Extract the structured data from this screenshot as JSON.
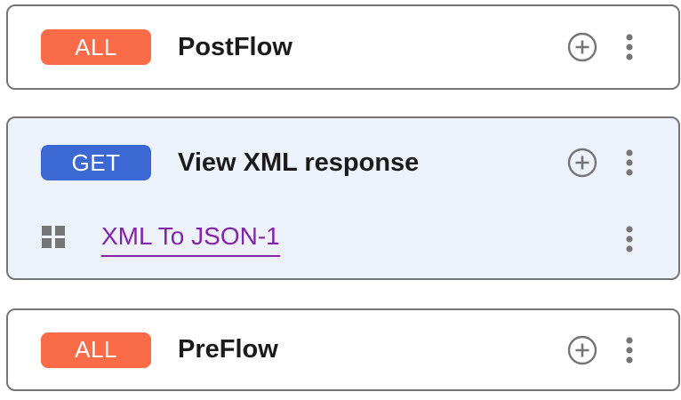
{
  "colors": {
    "badge_all_bg": "#FA6C47",
    "badge_get_bg": "#3B68D3",
    "selected_card_bg": "#ECF1FA",
    "card_border": "#757575",
    "icon_gray": "#757575",
    "link_purple": "#8424A8",
    "title_color": "#1B1B1B"
  },
  "cards": [
    {
      "badge": "ALL",
      "title": "PostFlow",
      "icons": [
        "plus-circle-icon",
        "kebab-menu-icon"
      ]
    },
    {
      "badge": "GET",
      "title": "View XML response",
      "icons": [
        "plus-circle-icon",
        "kebab-menu-icon"
      ],
      "selected": true,
      "policies": [
        {
          "name": "XML To JSON-1",
          "icon": "policy-grid-icon",
          "menu_icon": "kebab-menu-icon"
        }
      ]
    },
    {
      "badge": "ALL",
      "title": "PreFlow",
      "icons": [
        "plus-circle-icon",
        "kebab-menu-icon"
      ]
    }
  ]
}
